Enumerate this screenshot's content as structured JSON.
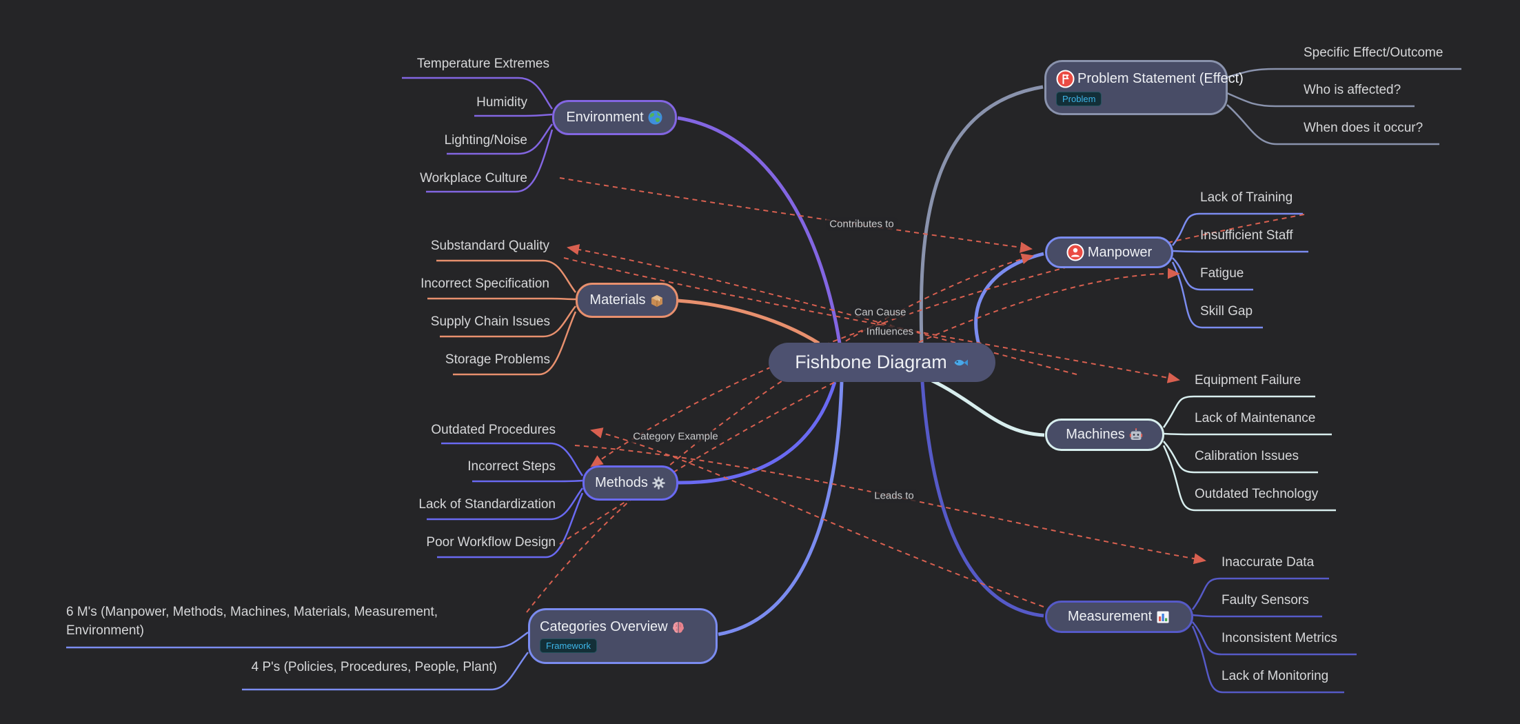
{
  "center": {
    "label": "Fishbone Diagram",
    "icon": "fish-icon"
  },
  "branches": [
    {
      "id": "problem",
      "label": "Problem Statement (Effect)",
      "icon": "flag-icon",
      "badge": "Problem",
      "color": "#8a93ad",
      "children": [
        "Specific Effect/Outcome",
        "Who is affected?",
        "When does it occur?"
      ]
    },
    {
      "id": "manpower",
      "label": "Manpower",
      "icon": "person-icon",
      "color": "#7b8cf0",
      "children": [
        "Lack of Training",
        "Insufficient Staff",
        "Fatigue",
        "Skill Gap"
      ]
    },
    {
      "id": "machines",
      "label": "Machines",
      "icon": "robot-icon",
      "color": "#d8eeee",
      "children": [
        "Equipment Failure",
        "Lack of Maintenance",
        "Calibration Issues",
        "Outdated Technology"
      ]
    },
    {
      "id": "measurement",
      "label": "Measurement",
      "icon": "bar-chart-icon",
      "color": "#565ac8",
      "children": [
        "Inaccurate Data",
        "Faulty Sensors",
        "Inconsistent Metrics",
        "Lack of Monitoring"
      ]
    },
    {
      "id": "environment",
      "label": "Environment",
      "icon": "earth-icon",
      "color": "#8366e2",
      "children": [
        "Temperature Extremes",
        "Humidity",
        "Lighting/Noise",
        "Workplace Culture"
      ]
    },
    {
      "id": "materials",
      "label": "Materials",
      "icon": "package-icon",
      "color": "#e8906e",
      "children": [
        "Substandard Quality",
        "Incorrect Specification",
        "Supply Chain Issues",
        "Storage Problems"
      ]
    },
    {
      "id": "methods",
      "label": "Methods",
      "icon": "gear-icon",
      "color": "#6a6af2",
      "children": [
        "Outdated Procedures",
        "Incorrect Steps",
        "Lack of Standardization",
        "Poor Workflow Design"
      ]
    },
    {
      "id": "categories",
      "label": "Categories Overview",
      "icon": "brain-icon",
      "badge": "Framework",
      "color": "#7b8cf0",
      "children": [
        "6 M's (Manpower, Methods, Machines, Materials, Measurement, Environment)",
        "4 P's (Policies, Procedures, People, Plant)"
      ]
    }
  ],
  "connections": [
    {
      "from": "Workplace Culture",
      "to": "Manpower",
      "label": "Contributes to"
    },
    {
      "from": "Machines",
      "to": "Substandard Quality",
      "label": "Can Cause"
    },
    {
      "from": "Substandard Quality",
      "to": "Equipment Failure",
      "label": "Influences"
    },
    {
      "from": "Lack of Training",
      "to": "Incorrect Steps",
      "label": ""
    },
    {
      "from": "Categories Overview",
      "to": "Manpower",
      "label": "Category Example"
    },
    {
      "from": "Poor Workflow Design",
      "to": "Fatigue",
      "label": ""
    },
    {
      "from": "Measurement",
      "to": "Outdated Procedures",
      "label": ""
    },
    {
      "from": "Outdated Procedures",
      "to": "Inaccurate Data",
      "label": "Leads to"
    }
  ],
  "colors": {
    "background": "#252527",
    "node_fill": "#484c66",
    "center_fill": "#4d5170",
    "leaf_text": "#d6d7d9",
    "node_text": "#eef0f4",
    "link_dashed": "#d96050",
    "badge_text": "#3db5e8",
    "badge_fill": "#132f38",
    "branch_problem": "#8a93ad",
    "branch_manpower": "#7b8cf0",
    "branch_machines": "#d8eeee",
    "branch_measurement": "#565ac8",
    "branch_environment": "#8366e2",
    "branch_materials": "#e8906e",
    "branch_methods": "#6a6af2",
    "branch_categories": "#7b8cf0"
  }
}
